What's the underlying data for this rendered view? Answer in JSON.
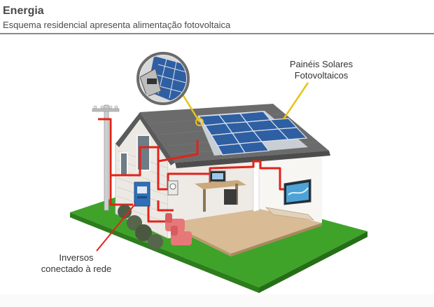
{
  "header": {
    "title": "Energia",
    "subtitle": "Esquema residencial apresenta alimentação fotovoltaica"
  },
  "labels": {
    "panels": [
      "Painéis Solares",
      "Fotovoltaicos"
    ],
    "inverter": [
      "Inversos",
      "conectado à rede"
    ]
  },
  "colors": {
    "wire": "#e2231a",
    "leader": "#e8c21a",
    "lawn": "#3fa32a",
    "roof": "#6b6b6b",
    "panel": "#2f5fa3",
    "siding": "#ece9e4",
    "floor": "#d9bb96"
  },
  "icons": [
    "panel-detail-magnifier-icon",
    "utility-pole-icon",
    "inverter-box-icon",
    "meter-icon",
    "tv-icon",
    "armchair-icon",
    "desk-computer-icon",
    "bush-icon"
  ]
}
